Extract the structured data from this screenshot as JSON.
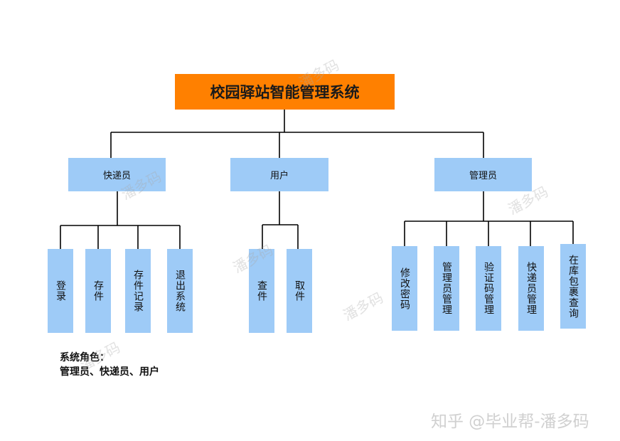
{
  "root": "校园驿站智能管理系统",
  "branches": [
    {
      "label": "快递员",
      "children": [
        "登录",
        "存件",
        "存件记录",
        "退出系统"
      ]
    },
    {
      "label": "用户",
      "children": [
        "查件",
        "取件"
      ]
    },
    {
      "label": "管理员",
      "children": [
        "修改密码",
        "管理员管理",
        "验证码管理",
        "快递员管理",
        "在库包裹查询"
      ]
    }
  ],
  "roles": {
    "title": "系统角色：",
    "list": "管理员、快递员、用户"
  },
  "watermark": "潘多码",
  "credit": "知乎 @毕业帮-潘多码",
  "colors": {
    "root": "#ff8000",
    "node": "#9ecbf7",
    "line": "#000000"
  }
}
